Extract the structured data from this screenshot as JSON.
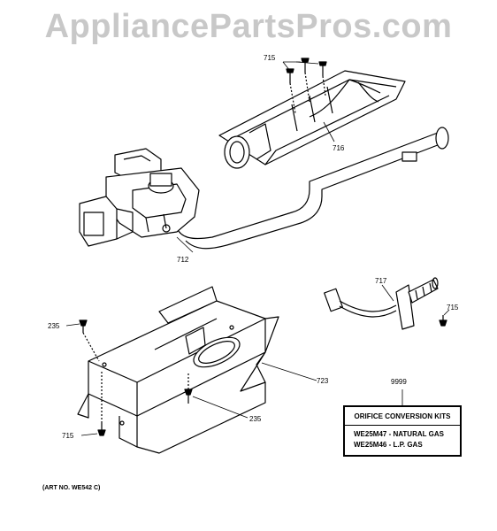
{
  "watermark": "AppliancePartsPros.com",
  "parts": [
    {
      "id": "712",
      "label": "712"
    },
    {
      "id": "715a",
      "label": "715"
    },
    {
      "id": "716",
      "label": "716"
    },
    {
      "id": "717",
      "label": "717"
    },
    {
      "id": "715b",
      "label": "715"
    },
    {
      "id": "235a",
      "label": "235"
    },
    {
      "id": "723",
      "label": "723"
    },
    {
      "id": "9999",
      "label": "9999"
    },
    {
      "id": "235b",
      "label": "235"
    },
    {
      "id": "715c",
      "label": "715"
    }
  ],
  "art_number": "(ART NO. WE542 C)",
  "kit": {
    "title": "ORIFICE CONVERSION KITS",
    "lines": [
      "WE25M47 - NATURAL GAS",
      "WE25M46 - L.P. GAS"
    ]
  }
}
